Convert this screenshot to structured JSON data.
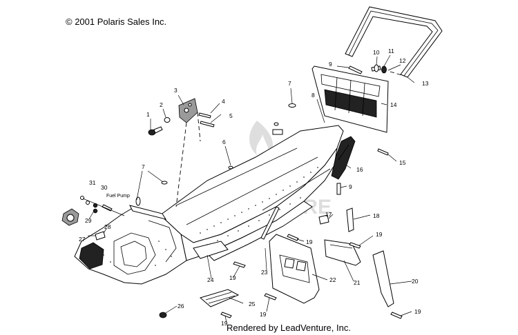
{
  "copyright": "© 2001 Polaris Sales Inc.",
  "footer": "Rendered by LeadVenture, Inc.",
  "watermark": "LEADVENTURE",
  "callouts": {
    "c1": "1",
    "c2": "2",
    "c3": "3",
    "c4": "4",
    "c5": "5",
    "c6": "6",
    "c7a": "7",
    "c7b": "7",
    "c8": "8",
    "c9a": "9",
    "c9b": "9",
    "c10": "10",
    "c11": "11",
    "c12": "12",
    "c13": "13",
    "c14": "14",
    "c15": "15",
    "c16": "16",
    "c17": "17",
    "c18": "18",
    "c19a": "19",
    "c19b": "19",
    "c19c": "19",
    "c19d": "19",
    "c19e": "19",
    "c19f": "19",
    "c20": "20",
    "c21": "21",
    "c22": "22",
    "c23": "23",
    "c24": "24",
    "c25": "25",
    "c26": "26",
    "c27": "27",
    "c28": "28",
    "c29": "29",
    "c30": "30",
    "c31": "31"
  },
  "fuel_pump_label": "Fuel Pump"
}
